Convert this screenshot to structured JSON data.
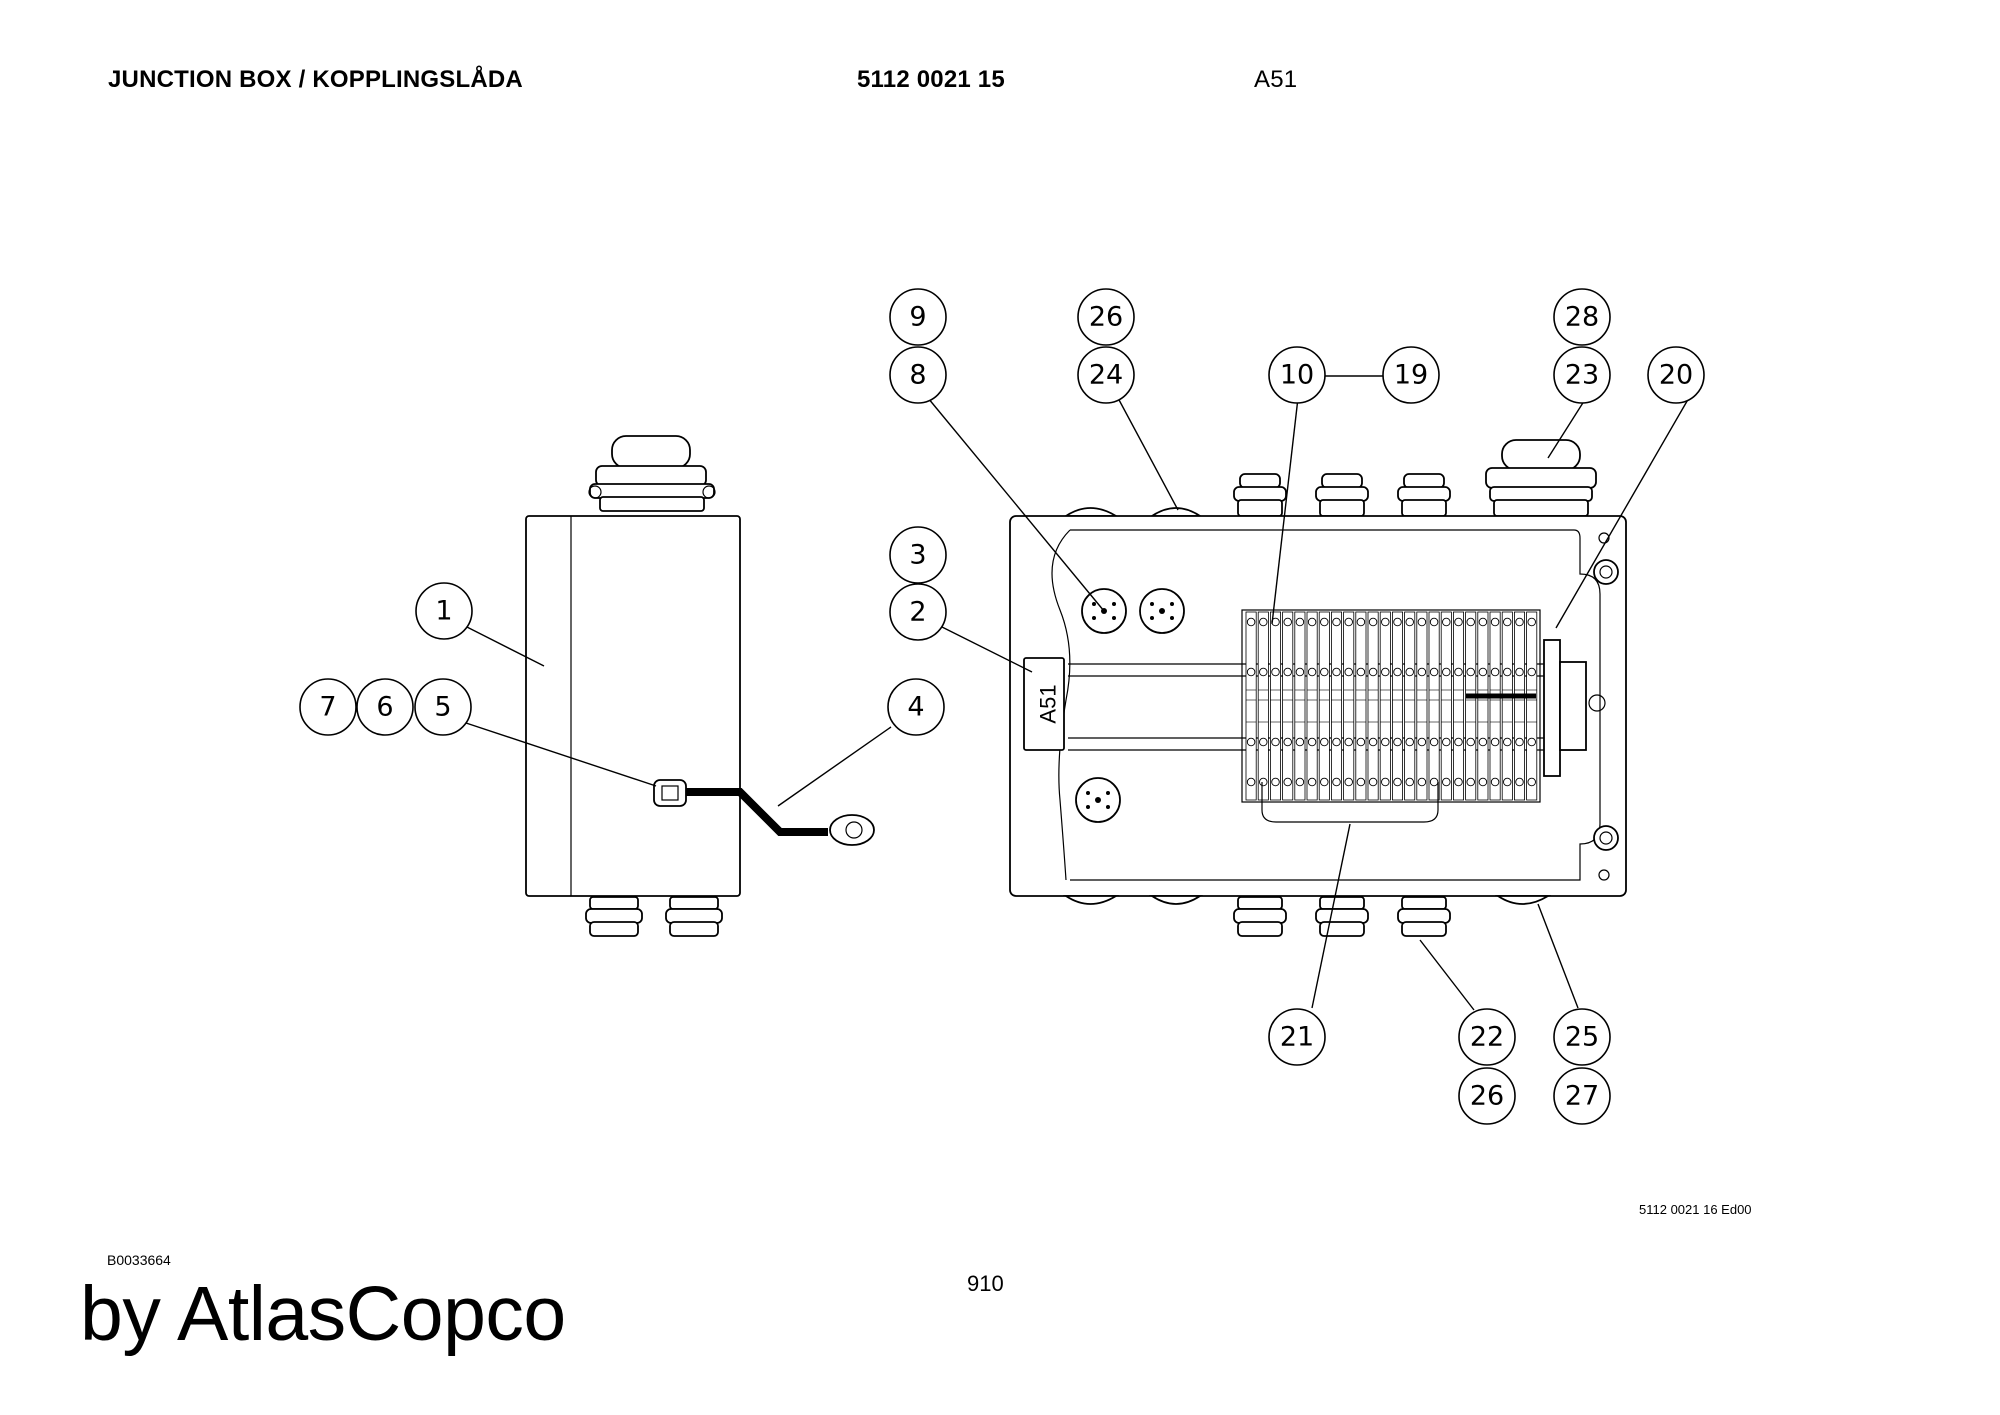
{
  "header": {
    "title": "JUNCTION BOX / KOPPLINGSLÅDA",
    "part_number": "5112 0021 15",
    "reference": "A51"
  },
  "drawing": {
    "box_label": "A51",
    "callouts": [
      "1",
      "2",
      "3",
      "4",
      "5",
      "6",
      "7",
      "8",
      "9",
      "10",
      "19",
      "20",
      "21",
      "22",
      "23",
      "24",
      "25",
      "26",
      "26",
      "27",
      "28"
    ]
  },
  "footer": {
    "edition": "5112 0021 16 Ed00",
    "figure_id": "B0033664",
    "page_number": "910",
    "brand": "by AtlasCopco"
  }
}
